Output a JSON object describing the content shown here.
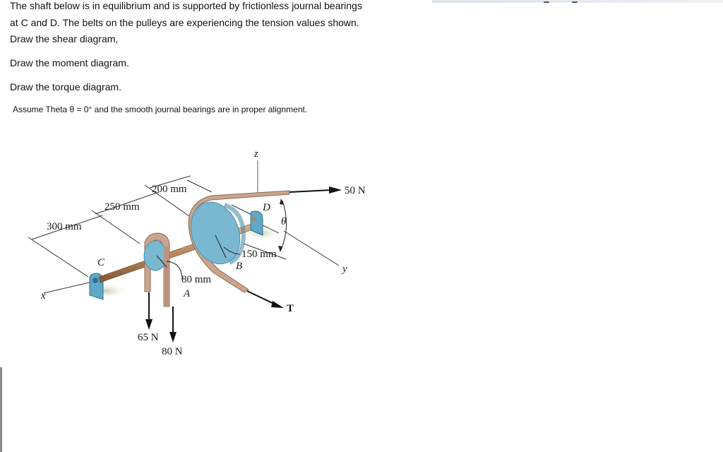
{
  "problem": {
    "line1": "The shaft below is in equilibrium and is supported by frictionless journal bearings",
    "line2": "at C and D.   The belts on the pulleys are experiencing the tension values shown.",
    "line3": "Draw the shear diagram,",
    "line4": "Draw the moment diagram.",
    "line5": "Draw the torque diagram.",
    "line6": "Assume  Theta θ = 0°   and the smooth journal bearings are in proper alignment."
  },
  "figure": {
    "axis_z": "z",
    "axis_y": "y",
    "axis_x": "x",
    "dim_300": "300 mm",
    "dim_250": "250 mm",
    "dim_200": "200 mm",
    "radius_A": "80 mm",
    "radius_B": "150 mm",
    "point_A": "A",
    "point_B": "B",
    "point_C": "C",
    "point_D": "D",
    "angle": "θ",
    "force_65": "65 N",
    "force_80": "80 N",
    "force_50": "50 N",
    "force_T": "T",
    "colors": {
      "pulley": "#7ab8d2",
      "pulley_edge": "#4a8fae",
      "shaft": "#b5835a",
      "belt": "#c9a58e",
      "belt_edge": "#8d6a55",
      "bearing": "#5fa8c8"
    }
  }
}
